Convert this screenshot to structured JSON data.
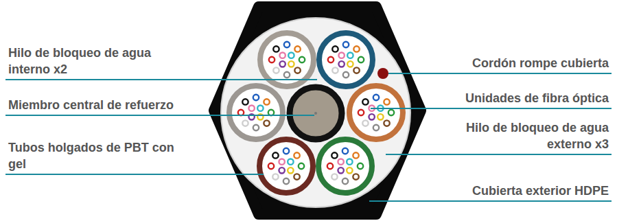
{
  "diagram": {
    "labels": [
      "Hilo de bloqueo de agua interno x2",
      "Miembro central de refuerzo",
      "Tubos holgados de PBT con gel",
      "Cordón rompe cubierta",
      "Unidades de fibra óptica",
      "Hilo de bloqueo de agua externo x3",
      "Cubierta exterior HDPE"
    ]
  }
}
